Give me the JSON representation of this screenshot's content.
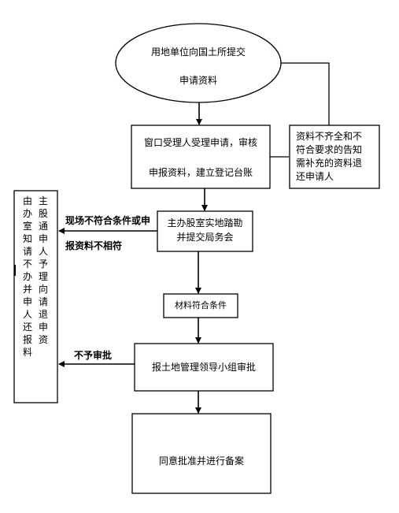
{
  "start": {
    "line1": "用地单位向国土所提交",
    "line2": "申请资料"
  },
  "window_box": {
    "line1": "窗口受理人受理申请，审核",
    "line2": "申报资料，建立登记台账"
  },
  "incomplete_box": {
    "line1": "资料不齐全和不",
    "line2": "符合要求的告知",
    "line3": "需补充的资料退",
    "line4": "还申请人"
  },
  "inspection_box": {
    "line1": "主办股室实地踏勘",
    "line2": "并提交局务会"
  },
  "mismatch_label": {
    "line1": "现场不符合条件或申",
    "line2": "报资料不相符"
  },
  "notify_box": {
    "col1": "由办室知请不办并申人还报料",
    "col2": "主股通申人予理向请退申资"
  },
  "materials_box": {
    "text": "材料符合条件"
  },
  "reject_label": {
    "text": "不予审批"
  },
  "review_box": {
    "text": "报土地管理领导小组审批"
  },
  "approve_box": {
    "text": "同意批准并进行备案"
  }
}
